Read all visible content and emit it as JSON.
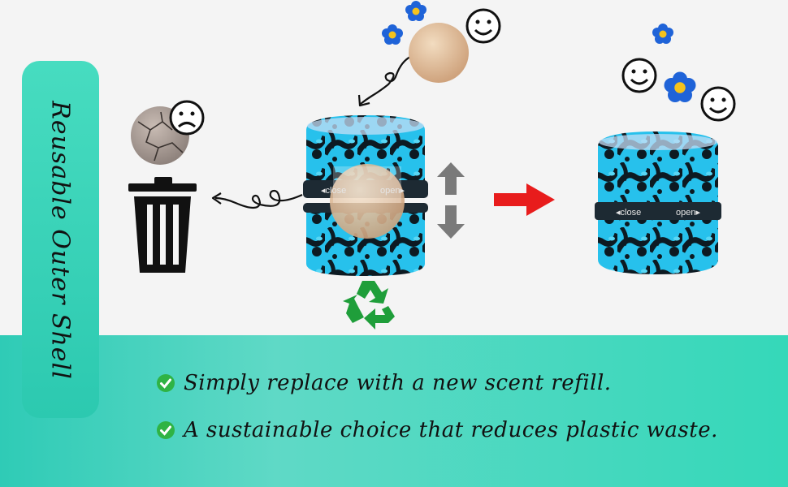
{
  "side_title": "Reusable Outer Shell",
  "capsule": {
    "close_label": "◂close",
    "open_label": "open▸"
  },
  "bullets": [
    {
      "text": "Simply replace with a new scent refill."
    },
    {
      "text": "A sustainable choice that reduces plastic waste."
    }
  ],
  "colors": {
    "accent": "#2fcbb6",
    "check": "#2fb344",
    "arrow": "#e81c1c",
    "recycle": "#1f9e3a"
  }
}
